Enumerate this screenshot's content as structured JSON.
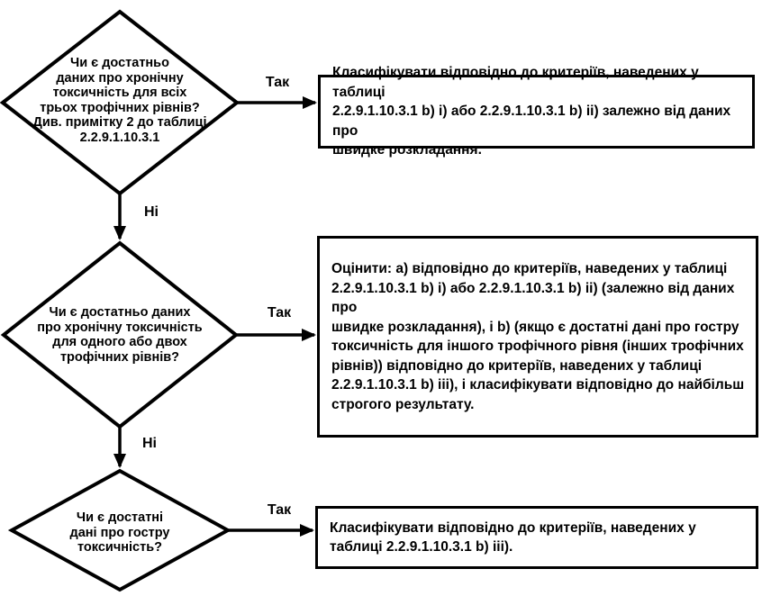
{
  "flowchart": {
    "decisions": [
      {
        "question": "Чи є достатньо\nданих про хронічну\nтоксичність для всіх\nтрьох трофічних рівнів?\nДив. примітку 2 до таблиці\n2.2.9.1.10.3.1"
      },
      {
        "question": "Чи є достатньо даних\nпро хронічну токсичність\nдля одного або двох\nтрофічних рівнів?"
      },
      {
        "question": "Чи є достатні\nдані про гостру\nтоксичність?"
      }
    ],
    "results": [
      {
        "text": "Класифікувати відповідно до критеріїв, наведених у таблиці\n2.2.9.1.10.3.1 b) i) або 2.2.9.1.10.3.1 b) ii) залежно від даних про\nшвидке розкладання."
      },
      {
        "text": "Оцінити: а) відповідно до критеріїв, наведених у таблиці\n2.2.9.1.10.3.1 b) i) або 2.2.9.1.10.3.1 b) ii) (залежно від даних про\nшвидке розкладання), і b) (якщо є достатні дані про гостру\nтоксичність для іншого трофічного рівня (інших трофічних\nрівнів)) відповідно до критеріїв, наведених у таблиці\n2.2.9.1.10.3.1 b) iii), і класифікувати відповідно до найбільш\nстрогого результату."
      },
      {
        "text": "Класифікувати відповідно до критеріїв, наведених у\nтаблиці 2.2.9.1.10.3.1 b) iii)."
      }
    ],
    "labels": {
      "yes": "Так",
      "no": "Ні"
    },
    "colors": {
      "line": "#000000",
      "background": "#ffffff",
      "text": "#000000"
    }
  }
}
